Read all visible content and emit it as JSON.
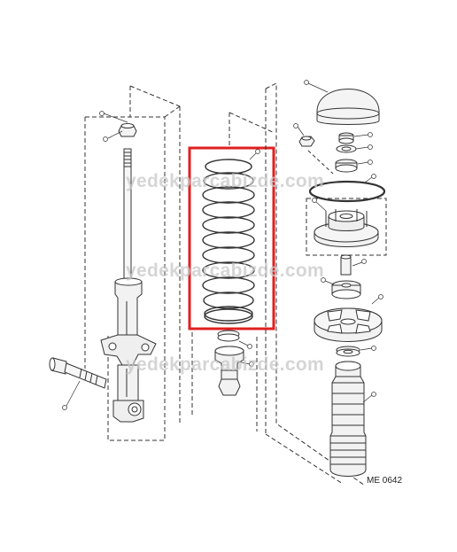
{
  "watermark": {
    "text": "yedekparcabizde.com"
  },
  "reference_code": "ME 0642",
  "highlight": {
    "color": "#e02020",
    "part": "coil-spring"
  },
  "parts": [
    "shock-absorber",
    "coil-spring",
    "top-mount-cap",
    "top-mount-assembly",
    "bump-stop",
    "dust-boot",
    "mounting-bolt"
  ]
}
